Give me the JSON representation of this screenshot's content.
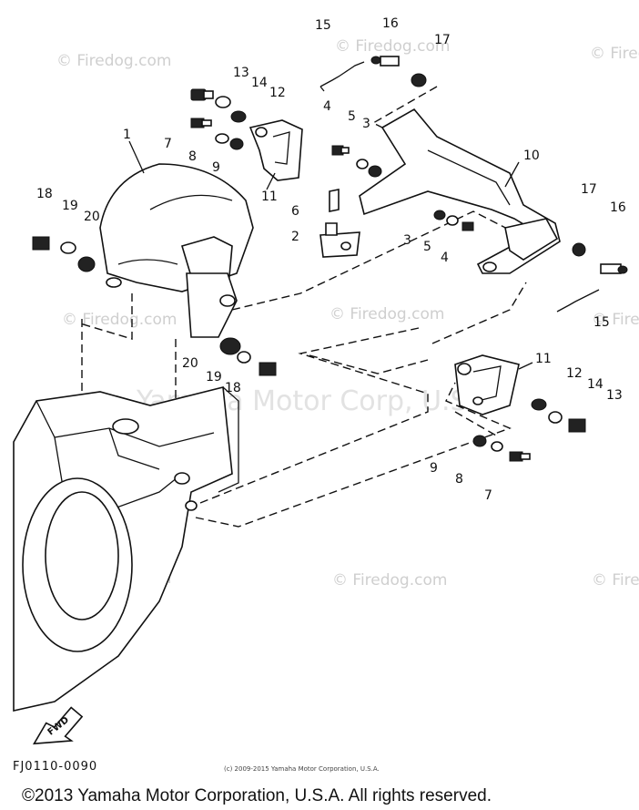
{
  "diagram": {
    "callouts": [
      {
        "id": "c15a",
        "text": "15"
      },
      {
        "id": "c16a",
        "text": "16"
      },
      {
        "id": "c17a",
        "text": "17"
      },
      {
        "id": "c13a",
        "text": "13"
      },
      {
        "id": "c14a",
        "text": "14"
      },
      {
        "id": "c12a",
        "text": "12"
      },
      {
        "id": "c4a",
        "text": "4"
      },
      {
        "id": "c5a",
        "text": "5"
      },
      {
        "id": "c3a",
        "text": "3"
      },
      {
        "id": "c7a",
        "text": "7"
      },
      {
        "id": "c8a",
        "text": "8"
      },
      {
        "id": "c9a",
        "text": "9"
      },
      {
        "id": "c1",
        "text": "1"
      },
      {
        "id": "c11a",
        "text": "11"
      },
      {
        "id": "c10",
        "text": "10"
      },
      {
        "id": "c6",
        "text": "6"
      },
      {
        "id": "c2",
        "text": "2"
      },
      {
        "id": "c3b",
        "text": "3"
      },
      {
        "id": "c5b",
        "text": "5"
      },
      {
        "id": "c4b",
        "text": "4"
      },
      {
        "id": "c18a",
        "text": "18"
      },
      {
        "id": "c19a",
        "text": "19"
      },
      {
        "id": "c20a",
        "text": "20"
      },
      {
        "id": "c17b",
        "text": "17"
      },
      {
        "id": "c16b",
        "text": "16"
      },
      {
        "id": "c15b",
        "text": "15"
      },
      {
        "id": "c20b",
        "text": "20"
      },
      {
        "id": "c19b",
        "text": "19"
      },
      {
        "id": "c18b",
        "text": "18"
      },
      {
        "id": "c11b",
        "text": "11"
      },
      {
        "id": "c12b",
        "text": "12"
      },
      {
        "id": "c14b",
        "text": "14"
      },
      {
        "id": "c13b",
        "text": "13"
      },
      {
        "id": "c9b",
        "text": "9"
      },
      {
        "id": "c8b",
        "text": "8"
      },
      {
        "id": "c7b",
        "text": "7"
      }
    ],
    "watermark": "© Firedog.com",
    "watermark_center": "Yamaha Motor Corp, U.S.A.",
    "fwd_label": "FWD",
    "figure_code": "FJ0110-0090",
    "small_copyright": "(c) 2009-2015 Yamaha Motor Corporation, U.S.A.",
    "footer_copyright": "©2013 Yamaha Motor Corporation, U.S.A. All rights reserved."
  }
}
